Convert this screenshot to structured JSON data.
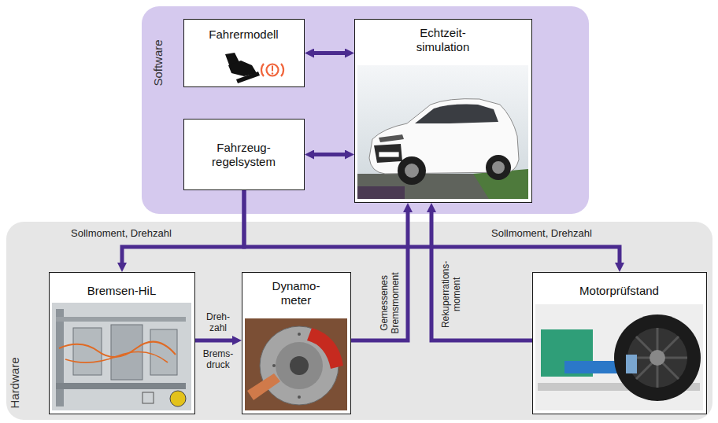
{
  "diagram": {
    "nodes": [
      {
        "text": [
          "Software"
        ]
      },
      {
        "text": [
          "Fahrermodell"
        ],
        "in": 0
      },
      {
        "text": [
          "Echtzeit- simulation"
        ],
        "in": 0
      },
      {
        "text": [
          "Fahrzeug- regelsystem"
        ],
        "in": 0
      },
      {
        "text": [
          "Hardware"
        ]
      },
      {
        "text": [
          "Bremsen-HiL"
        ],
        "in": 4
      },
      {
        "text": [
          "Dynamo- meter"
        ],
        "in": 4
      },
      {
        "text": [
          "Motorprüfstand"
        ],
        "in": 4
      }
    ],
    "edges": [
      {
        "from": 1,
        "to": 2,
        "arrow": "both"
      },
      {
        "from": 3,
        "to": 2,
        "arrow": "both"
      },
      {
        "from": 3,
        "to": 5,
        "label": "Sollmoment, Drehzahl",
        "arrow": "to"
      },
      {
        "from": 3,
        "to": 7,
        "label": "Sollmoment, Drehzahl",
        "arrow": "to"
      },
      {
        "from": 5,
        "to": 6,
        "label": "Dreh- zahl",
        "arrow": "to"
      },
      {
        "from": 6,
        "to": 2,
        "label": "Gemessenes Bremsmoment",
        "arrow": "to"
      },
      {
        "from": 7,
        "to": 2,
        "label": "Rekuperrations- moment",
        "arrow": "to"
      }
    ],
    "labels": [
      "Brems- druck"
    ]
  }
}
